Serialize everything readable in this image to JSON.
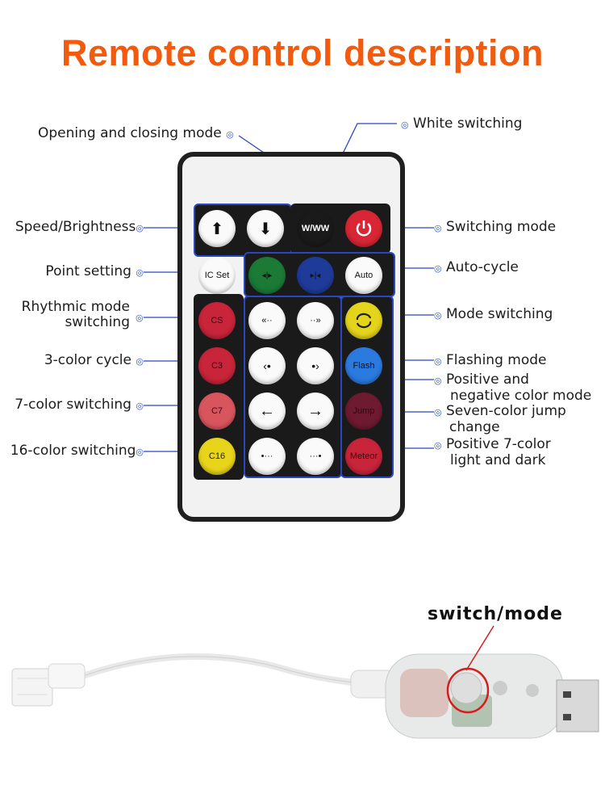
{
  "title": "Remote control description",
  "labels": {
    "opening": "Opening and closing mode",
    "white": "White switching",
    "speed": "Speed/Brightness",
    "switching_mode": "Switching mode",
    "point": "Point setting",
    "auto_cycle": "Auto-cycle",
    "rhythmic_1": "Rhythmic mode",
    "rhythmic_2": "switching",
    "mode_switching": "Mode switching",
    "three_color": "3-color cycle",
    "flashing": "Flashing mode",
    "pos_neg_1": "Positive and",
    "pos_neg_2": "negative color mode",
    "seven_color": "7-color switching",
    "jump_1": "Seven-color jump",
    "jump_2": "change",
    "sixteen": "16-color switching",
    "pos7_1": "Positive 7-color",
    "pos7_2": "light and dark"
  },
  "marker": "◎",
  "buttons": {
    "ww": "W/WW",
    "icset": "IC Set",
    "auto": "Auto",
    "cs": "CS",
    "c3": "C3",
    "c7": "C7",
    "c16": "C16",
    "flash": "Flash",
    "jump": "Jump",
    "meteor": "Meteor",
    "up": "⬆",
    "down": "⬇",
    "left": "←",
    "right": "→",
    "spd_l": "«··",
    "spd_r": "··»",
    "dot_l": "‹•",
    "dot_r": "•›",
    "tail_l": "•···",
    "tail_r": "···•",
    "merge": "◂|▸",
    "split": "▸|◂"
  },
  "switch_label": "switch/mode",
  "colors": {
    "title": "#f25a0d",
    "line": "#2a47c0",
    "red_line": "#d81c1c"
  }
}
